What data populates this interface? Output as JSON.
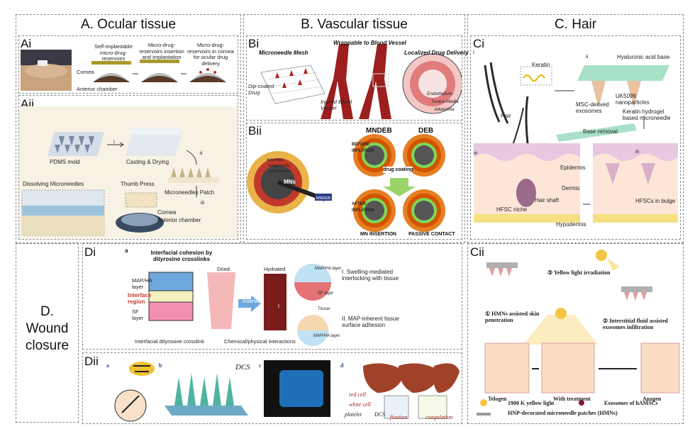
{
  "sections": {
    "A": "A. Ocular tissue",
    "B": "B. Vascular tissue",
    "C": "C. Hair",
    "D": "D.\nWound\nclosure"
  },
  "panels": {
    "Ai": "Ai",
    "Aii": "Aii",
    "Bi": "Bi",
    "Bii": "Bii",
    "Ci": "Ci",
    "Cii": "Cii",
    "Di": "Di",
    "Dii": "Dii"
  },
  "ai": {
    "cornea": "Cornea",
    "anterior_chamber": "Anterior chamber",
    "step1": "Self-implantable micro-drug-reservoirs",
    "step2": "Micro-drug-reservoirs insertion and implantation",
    "step3": "Micro-drug-reservoirs in cornea for ocular drug delivery"
  },
  "aii": {
    "pdms": "PDMS mold",
    "casting": "Casting & Drying",
    "i": "i",
    "ii": "ii",
    "iii": "iii",
    "patch": "Microneedles Patch",
    "dissolving": "Dissolving Microneedles",
    "thumb": "Thumb Press",
    "cornea": "Cornea",
    "anterior": "Anterior chamber"
  },
  "bi": {
    "mesh": "Microneedle Mesh",
    "wrappable": "Wrappable to Blood Vessel",
    "localized": "Localized Drug Delivery",
    "dip": "Dip-coated Drug",
    "injured": "Injured Blood Vessel",
    "endothelium": "Endothelium",
    "media": "Tunica Media",
    "adventitia": "Adventitia"
  },
  "bii": {
    "mndeb": "MNDEB",
    "deb": "DEB",
    "before": "BEFORE INFLATION",
    "after": "AFTER INFLATION",
    "coating": "drug coating",
    "mns": "MNs",
    "mn_insertion": "MN INSERTION",
    "passive": "PASSIVE CONTACT",
    "adventitia": "Adventitia",
    "tunica": "tunica media",
    "endothelium": "endothelium",
    "mndeb_tag": "MNDEB"
  },
  "ci": {
    "i": "i",
    "ii": "ii",
    "iii": "iii",
    "iv": "iv",
    "keratin": "Keratin",
    "hair": "Hair",
    "hyaluronic": "Hyaluronic acid base",
    "uk": "UK5099 nanoparticles",
    "msc": "MSC-derived exosomes",
    "hydrogel": "Keratin hydrogel based microneedle",
    "base_removal": "Base removal",
    "epidermis": "Epidermis",
    "dermis": "Dermis",
    "hair_shaft": "Hair shaft",
    "hfsc_niche": "HFSC niche",
    "hfscs_bulge": "HFSCs in bulge",
    "hypodermis": "Hypodermis"
  },
  "cii": {
    "yellow": "③ Yellow light irradiation",
    "hmns_assisted": "① HMNs assisted skin penetration",
    "interstitial": "② Interstitial fluid assisted exosomes infiltration",
    "telogen": "Telogen",
    "with_treatment": "With treatment",
    "anagen": "Anagen",
    "light": "1900 K yellow light",
    "exosomes": "Exosomes of hAMSCs",
    "hnp": "HNP-decorated microneedle patches (HMNs)"
  },
  "di": {
    "a": "a",
    "cohesion": "Interfacial cohesion by dityrosine crosslinks",
    "dried": "Dried",
    "hydrated": "Hydrated",
    "map_layer": "MAP/HA layer",
    "interface": "Interface region",
    "sf_layer": "SF layer",
    "tissue_insertion": "Tissue insertion",
    "swelling": "I. Swelling-mediated interlocking with tissue",
    "map_inherent": "II. MAP-inherent tissue surface adhesion",
    "map_ha_layer": "MAP/HA layer",
    "sf_layer2": "SF layer",
    "tissue": "Tissue",
    "map_ha_layer2": "MAP/HA layer",
    "legend1": "Interfacial dityrosine crosslink",
    "legend2": "Chemical/physical interactions",
    "roman": "I"
  },
  "dii": {
    "a": "a",
    "b": "b",
    "c": "c",
    "d": "d",
    "dcs": "DCS",
    "red_cell": "red cell",
    "white_cell": "white cell",
    "platelet": "platelet",
    "dcs2": "DCS",
    "fixation": "fixation",
    "coagulation": "coagulation"
  }
}
